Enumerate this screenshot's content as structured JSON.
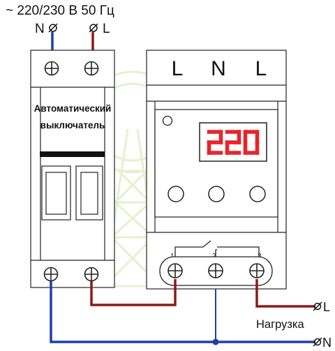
{
  "header": {
    "supply_label": "~ 220/230 В 50 Гц",
    "n_terminal": "N",
    "l_terminal": "L"
  },
  "breaker": {
    "label_line1": "Автоматический",
    "label_line2": "выключатель"
  },
  "relay": {
    "top_labels": [
      "L",
      "N",
      "L"
    ],
    "display_value": "220",
    "contact_numbers": [
      "1",
      "2",
      "3"
    ]
  },
  "load": {
    "label": "Нагрузка",
    "l_out": "L",
    "n_out": "N"
  },
  "colors": {
    "phase_wire": "#8b1a1a",
    "neutral_wire": "#1f3ea8",
    "display_digits": "#e8242b",
    "watermark": "#cfe6a8"
  }
}
